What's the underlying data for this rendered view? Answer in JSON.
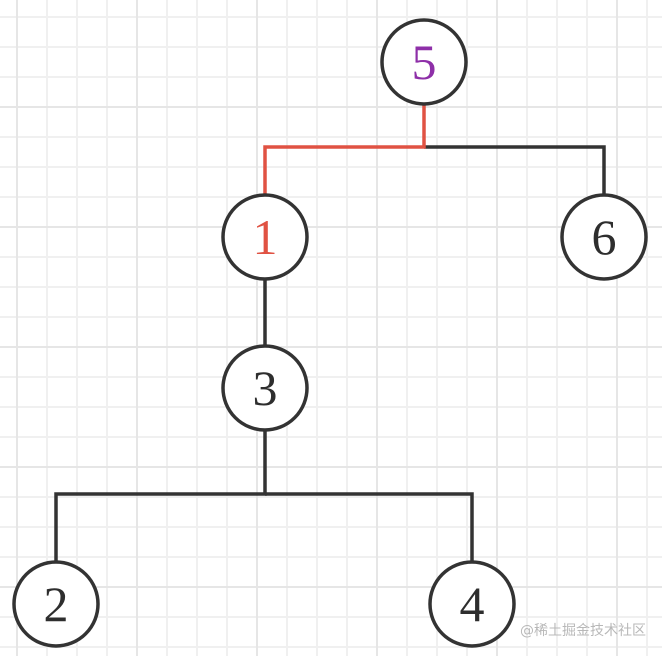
{
  "nodes": [
    {
      "id": "5",
      "label": "5",
      "color": "#8e2fa8"
    },
    {
      "id": "1",
      "label": "1",
      "color": "#e05243"
    },
    {
      "id": "6",
      "label": "6",
      "color": "#2e2e2e"
    },
    {
      "id": "3",
      "label": "3",
      "color": "#2e2e2e"
    },
    {
      "id": "2",
      "label": "2",
      "color": "#2e2e2e"
    },
    {
      "id": "4",
      "label": "4",
      "color": "#2e2e2e"
    }
  ],
  "edges": [
    {
      "from": "5",
      "to": "1",
      "highlighted": true
    },
    {
      "from": "5",
      "to": "6",
      "highlighted": false
    },
    {
      "from": "1",
      "to": "3",
      "highlighted": false
    },
    {
      "from": "3",
      "to": "2",
      "highlighted": false
    },
    {
      "from": "3",
      "to": "4",
      "highlighted": false
    }
  ],
  "colors": {
    "highlight": "#e05243",
    "line": "#333333"
  },
  "watermark": "@稀土掘金技术社区"
}
